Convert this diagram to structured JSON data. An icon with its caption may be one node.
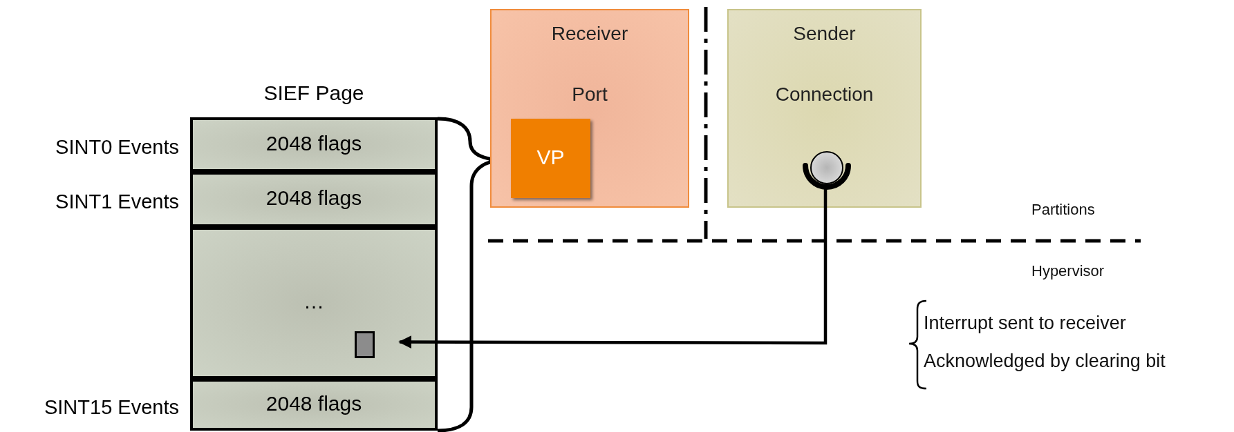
{
  "diagram": {
    "nodes": [
      {
        "text": [
          "SIEF Page"
        ]
      },
      {
        "text": [
          "2048 flags"
        ],
        "in": 0,
        "beside": [
          "SINT0 Events"
        ]
      },
      {
        "text": [
          "2048 flags"
        ],
        "in": 0,
        "beside": [
          "SINT1 Events"
        ]
      },
      {
        "text": [
          "…"
        ],
        "in": 0
      },
      {
        "text": [
          "2048 flags"
        ],
        "in": 0,
        "beside": [
          "SINT15 Events"
        ]
      },
      {
        "text": [],
        "shape": "box",
        "in": 3
      },
      {
        "text": [
          "Receiver",
          "Port"
        ]
      },
      {
        "text": [
          "VP"
        ],
        "in": 6
      },
      {
        "text": [
          "Sender",
          "Connection"
        ]
      },
      {
        "text": [],
        "shape": "circle",
        "in": 8
      }
    ],
    "edges": [
      {
        "from": 9,
        "to": 5,
        "arrow": "to"
      }
    ],
    "labels": [
      "Partitions",
      "Hypervisor",
      "Interrupt sent to receiver",
      "Acknowledged by clearing bit"
    ]
  }
}
